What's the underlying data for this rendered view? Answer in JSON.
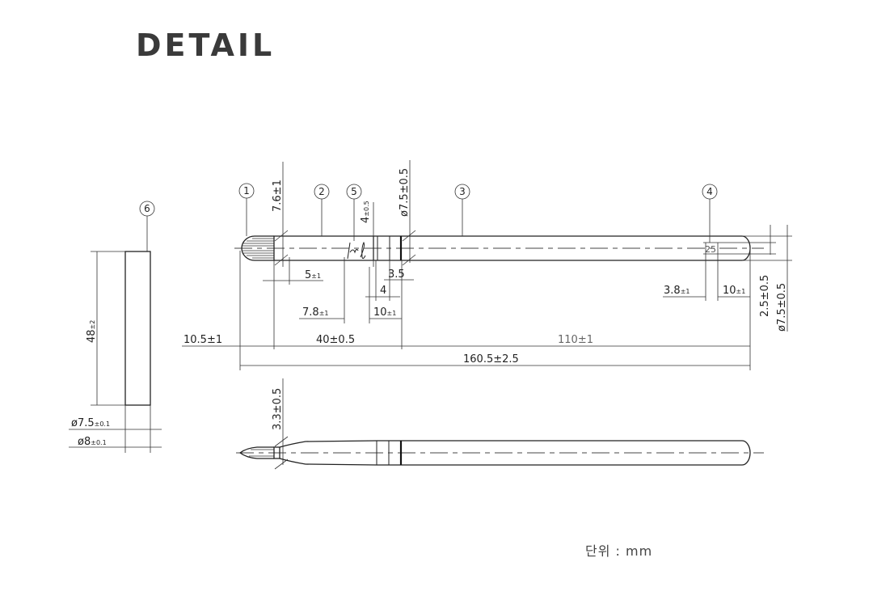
{
  "title": "DETAIL",
  "unit_label": "단위 : mm",
  "balloons": [
    "1",
    "2",
    "5",
    "3",
    "4",
    "6"
  ],
  "dimensions": {
    "tip_height": "7.6±1",
    "band_width": "4",
    "band_width_tol": "±0.5",
    "body_diameter": "ø7.5±0.5",
    "tip_length": "10.5±1",
    "ferrule_length": "40±0.5",
    "handle_length": "110±1",
    "total_length": "160.5±2.5",
    "dim_5": "5",
    "dim_5_tol": "±1",
    "dim_3_5": "3.5",
    "dim_4": "4",
    "dim_7_8": "7.8",
    "dim_7_8_tol": "±1",
    "dim_10": "10",
    "dim_10_tol": "±1",
    "dim_3_8": "3.8",
    "dim_3_8_tol": "±1",
    "dim_10_end": "10",
    "dim_10_end_tol": "±1",
    "end_marker": "25",
    "end_hole": "2.5±0.5",
    "end_diameter": "ø7.5±0.5",
    "cap_length": "48",
    "cap_length_tol": "±2",
    "cap_inner": "ø7.5",
    "cap_inner_tol": "±0.1",
    "cap_outer": "ø8",
    "cap_outer_tol": "±0.1",
    "side_tip": "3.3±0.5"
  }
}
